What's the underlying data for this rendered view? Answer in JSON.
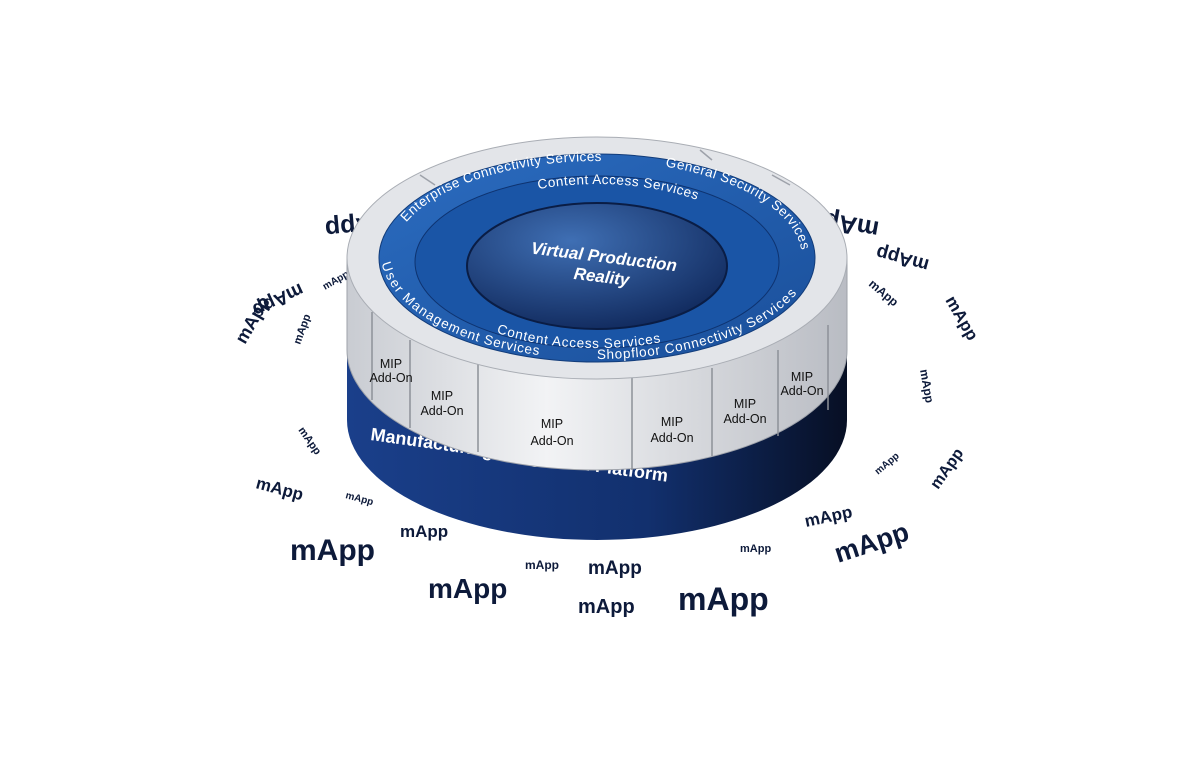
{
  "diagram": {
    "center_title_line1": "Virtual Production",
    "center_title_line2": "Reality",
    "outer_ring": {
      "enterprise": "Enterprise Connectivity Services",
      "security": "General Security Services",
      "user_mgmt": "User Management Services",
      "shopfloor": "Shopfloor Connectivity Services"
    },
    "inner_ring": {
      "content_top": "Content Access Services",
      "content_bottom": "Content Access Services"
    },
    "addon_line1": "MIP",
    "addon_line2": "Add-On",
    "platform_label": "Manufacturing Integration Platform",
    "mapp_label": "mApp",
    "colors": {
      "blue": "#1f5fae",
      "dark_blue": "#0f2a63",
      "gray": "#d9dbe0"
    }
  }
}
